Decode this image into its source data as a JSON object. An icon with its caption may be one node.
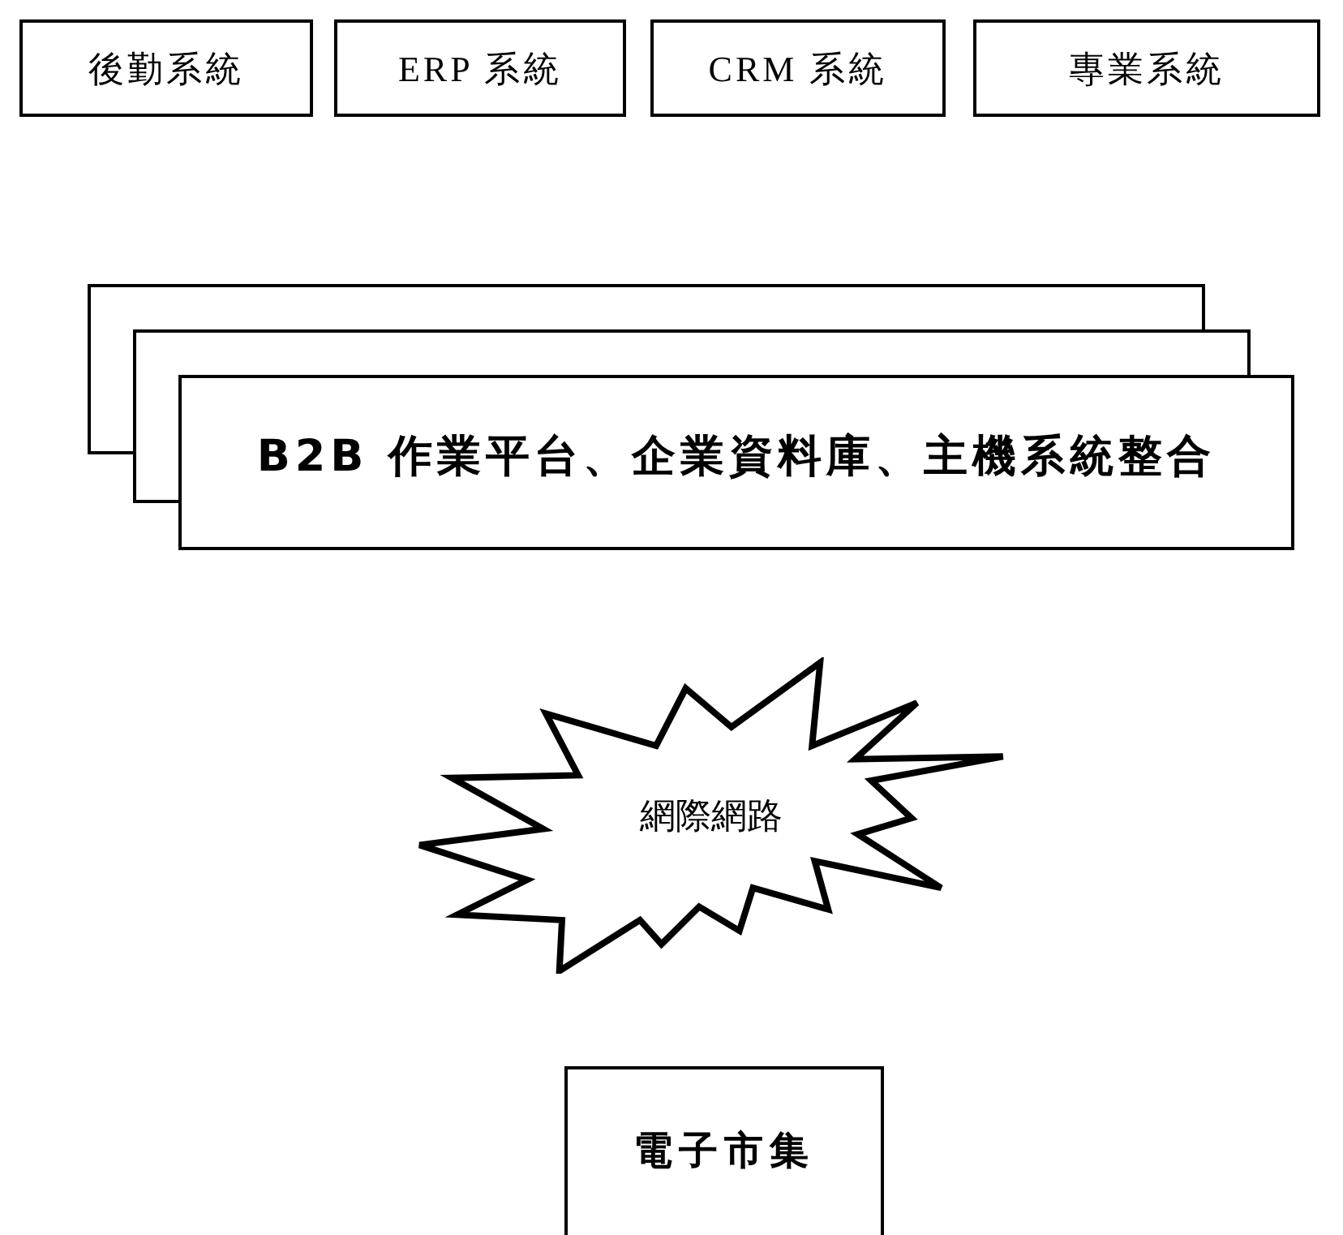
{
  "diagram": {
    "nodes": [
      {
        "text": [
          "後勤系統"
        ]
      },
      {
        "text": [
          "ERP 系統"
        ]
      },
      {
        "text": [
          "CRM 系統"
        ]
      },
      {
        "text": [
          "專業系統"
        ]
      },
      {
        "text": [
          "B2B 作業平台、企業資料庫、主機系統整合"
        ]
      },
      {
        "text": [
          "網際網路"
        ]
      },
      {
        "text": [
          "電子市集"
        ]
      }
    ]
  }
}
